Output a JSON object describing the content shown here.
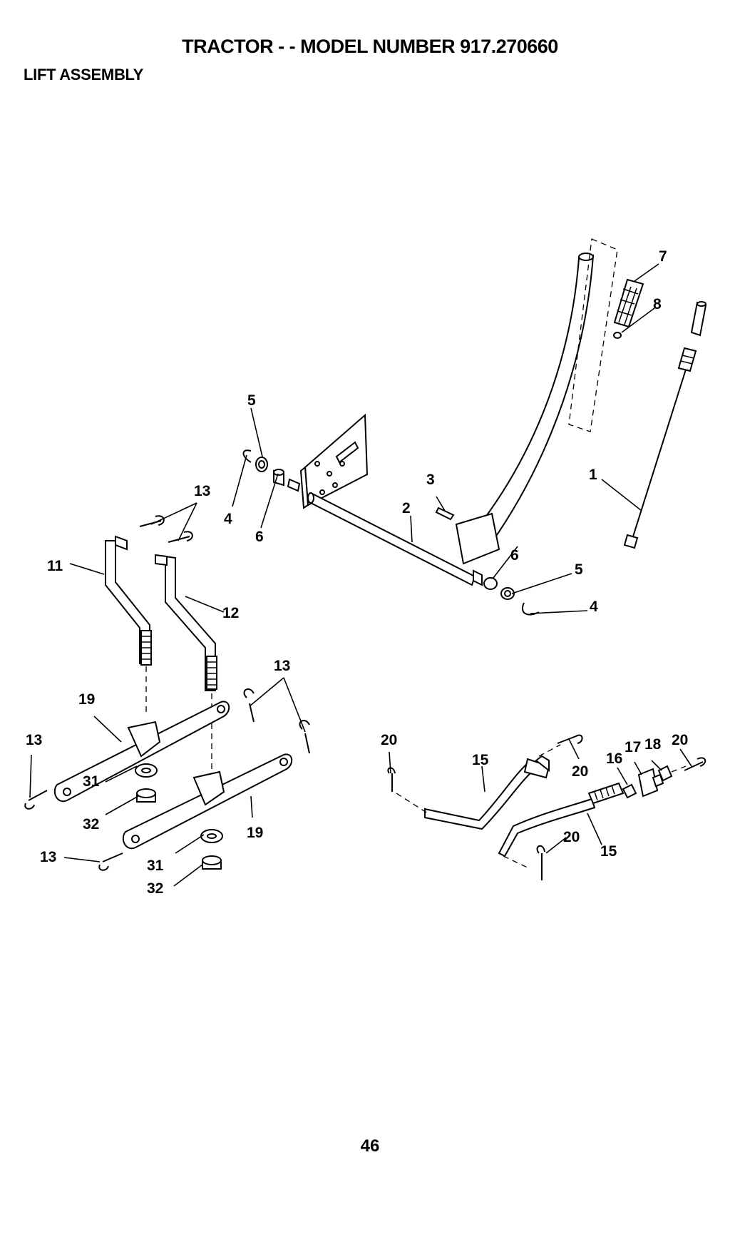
{
  "header": {
    "title": "TRACTOR - - MODEL NUMBER 917.270660",
    "section": "LIFT ASSEMBLY"
  },
  "footer": {
    "page_number": "46"
  },
  "callouts": {
    "c1": "1",
    "c2": "2",
    "c3": "3",
    "c4a": "4",
    "c4b": "4",
    "c5a": "5",
    "c5b": "5",
    "c6a": "6",
    "c6b": "6",
    "c7": "7",
    "c8": "8",
    "c11": "11",
    "c12": "12",
    "c13a": "13",
    "c13b": "13",
    "c13c": "13",
    "c13d": "13",
    "c15a": "15",
    "c15b": "15",
    "c16": "16",
    "c17": "17",
    "c18": "18",
    "c19a": "19",
    "c19b": "19",
    "c20a": "20",
    "c20b": "20",
    "c20c": "20",
    "c20d": "20",
    "c31a": "31",
    "c31b": "31",
    "c32a": "32",
    "c32b": "32"
  }
}
